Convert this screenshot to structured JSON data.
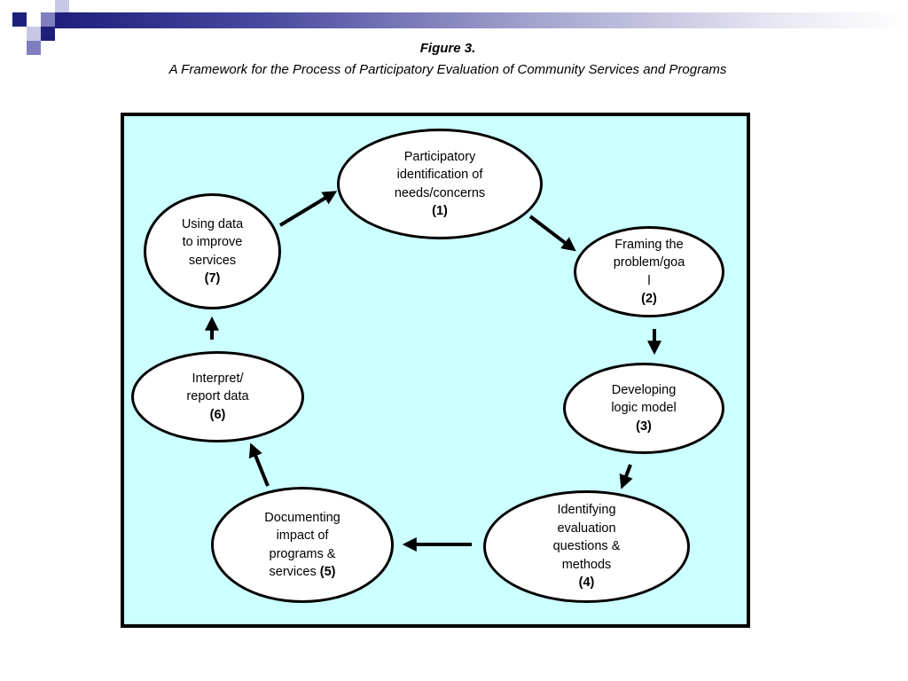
{
  "header": {
    "figure_label": "Figure 3.",
    "figure_title": "A Framework for the Process of Participatory Evaluation of Community Services and Programs",
    "accent_dark": "#1e1e7c",
    "accent_mid": "#7f7fbf",
    "accent_light": "#c8c8e6"
  },
  "diagram": {
    "background": "#ccffff",
    "nodes": [
      {
        "id": "1",
        "text": "Participatory\nidentification of\nneeds/concerns",
        "number": "(1)"
      },
      {
        "id": "2",
        "text": "Framing the\nproblem/goa\nl",
        "number": "(2)"
      },
      {
        "id": "3",
        "text": "Developing\nlogic model",
        "number": "(3)"
      },
      {
        "id": "4",
        "text": "Identifying\nevaluation\nquestions &\nmethods",
        "number": "(4)"
      },
      {
        "id": "5",
        "text": "Documenting\nimpact of\nprograms  &\nservices ",
        "number": "(5)"
      },
      {
        "id": "6",
        "text": "Interpret/\nreport data",
        "number": "(6)"
      },
      {
        "id": "7",
        "text": "Using data\nto improve\nservices",
        "number": "(7)"
      }
    ]
  }
}
